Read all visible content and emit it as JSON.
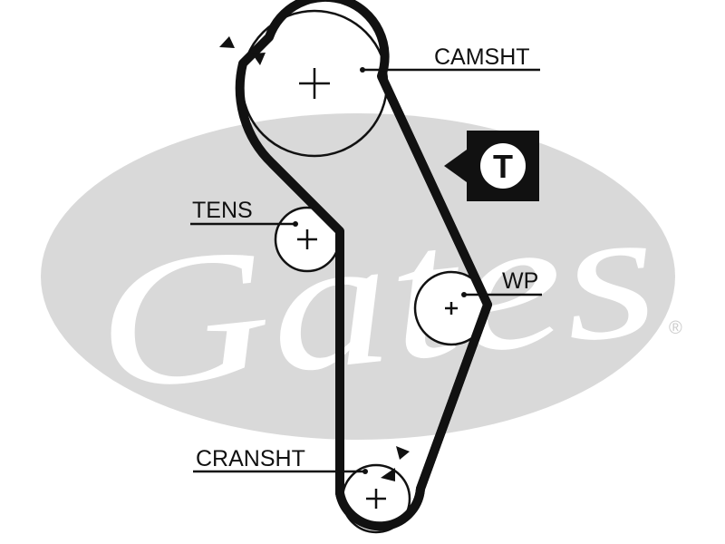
{
  "watermark": {
    "brand": "Gates",
    "registered_mark": "®",
    "ellipse_color": "#d9d9d9",
    "text_color": "#ffffff"
  },
  "diagram": {
    "belt_color": "#111111",
    "pulleys": [
      {
        "id": "camshaft",
        "label": "CAMSHT"
      },
      {
        "id": "tensioner",
        "label": "TENS"
      },
      {
        "id": "water-pump",
        "label": "WP"
      },
      {
        "id": "crankshaft",
        "label": "CRANSHT"
      }
    ],
    "tension_badge": {
      "letter": "T",
      "icon": "tension-marker-icon"
    },
    "rotation_icon": "direction-arrow-icon"
  }
}
